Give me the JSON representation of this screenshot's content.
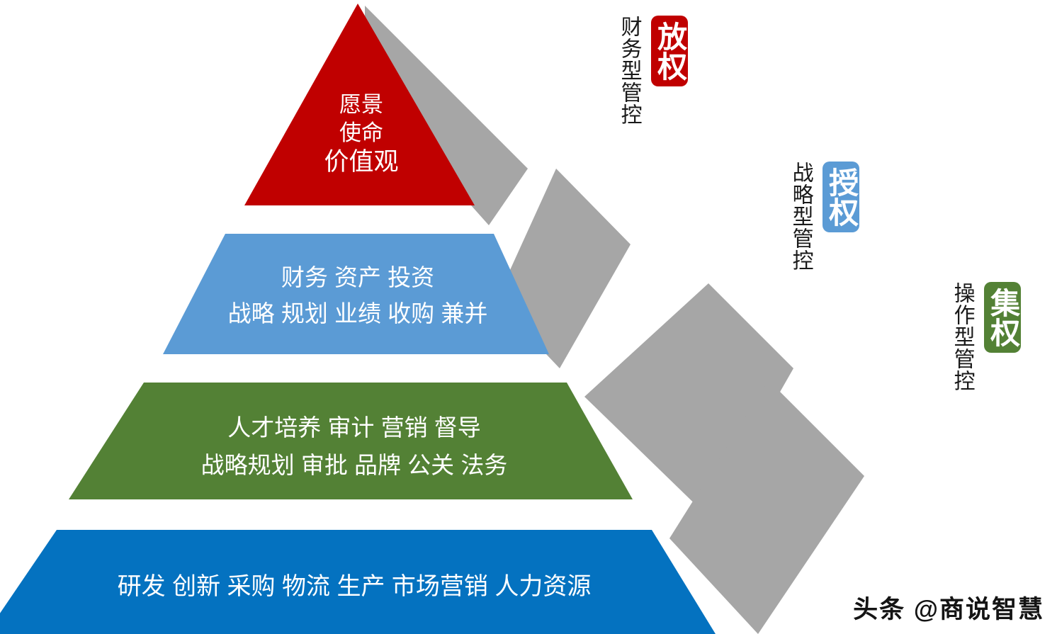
{
  "colors": {
    "apex": "#C00000",
    "mid_upper": "#5B9BD5",
    "mid_lower": "#538135",
    "base": "#0472C0",
    "shadow": "#A6A6A6",
    "background": "#FFFFFF",
    "label_text": "#1A1A1A"
  },
  "pyramid": {
    "levels": [
      {
        "id": "apex",
        "shape": "triangle",
        "color": "#C00000",
        "lines": [
          "愿景",
          "使命",
          "价值观"
        ]
      },
      {
        "id": "strategic",
        "shape": "trapezoid",
        "color": "#5B9BD5",
        "lines": [
          "财务 资产 投资",
          "战略 规划 业绩 收购 兼并"
        ]
      },
      {
        "id": "operational",
        "shape": "trapezoid",
        "color": "#538135",
        "lines": [
          "人才培养 审计 营销 督导",
          "战略规划 审批 品牌 公关 法务"
        ]
      },
      {
        "id": "base",
        "shape": "trapezoid",
        "color": "#0472C0",
        "lines": [
          "研发 创新 采购 物流 生产 市场营销 人力资源"
        ]
      }
    ]
  },
  "control_modes": [
    {
      "id": "financial",
      "label": "财务型管控",
      "badge": "放权",
      "badge_color": "#C00000"
    },
    {
      "id": "strategic",
      "label": "战略型管控",
      "badge": "授权",
      "badge_color": "#5B9BD5"
    },
    {
      "id": "operational",
      "label": "操作型管控",
      "badge": "集权",
      "badge_color": "#538135"
    }
  ],
  "watermark": {
    "text": "头条 @商说智慧"
  }
}
